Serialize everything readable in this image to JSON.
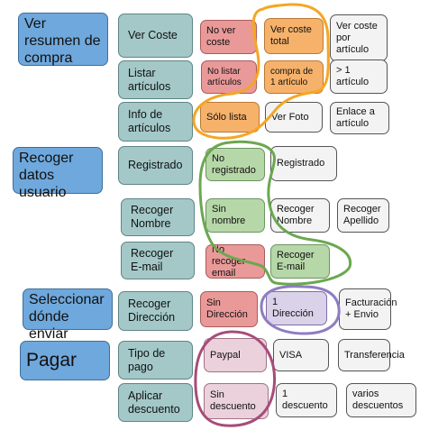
{
  "sections": [
    {
      "title": "Ver resumen de compra",
      "rows": [
        {
          "label": "Ver Coste",
          "options": [
            "No ver coste",
            "Ver coste total",
            "Ver coste por artículo"
          ]
        },
        {
          "label": "Listar artículos",
          "options": [
            "No listar artículos",
            "compra de 1 artículo",
            "> 1 artículo"
          ]
        },
        {
          "label": "Info de artículos",
          "options": [
            "Sólo lista",
            "Ver Foto",
            "Enlace a artículo"
          ]
        }
      ]
    },
    {
      "title": "Recoger datos usuario",
      "rows": [
        {
          "label": "Registrado",
          "options": [
            "No registrado",
            "Registrado"
          ]
        },
        {
          "label": "Recoger Nombre",
          "options": [
            "Sin nombre",
            "Recoger Nombre",
            "Recoger Apellido"
          ]
        },
        {
          "label": "Recoger E-mail",
          "options": [
            "No recoger email",
            "Recoger E-mail"
          ]
        }
      ]
    },
    {
      "title": "Seleccionar dónde enviar",
      "rows": [
        {
          "label": "Recoger Dirección",
          "options": [
            "Sin Dirección",
            "1 Dirección",
            "Facturación + Envio"
          ]
        }
      ]
    },
    {
      "title": "Pagar",
      "rows": [
        {
          "label": "Tipo de pago",
          "options": [
            "Paypal",
            "VISA",
            "Transferencia"
          ]
        },
        {
          "label": "Aplicar descuento",
          "options": [
            "Sin descuento",
            "1 descuento",
            "varios descuentos"
          ]
        }
      ]
    }
  ],
  "colors": {
    "step_fill": "#6fa8dc",
    "row_label_fill": "#a4c8c8",
    "not_chosen_red": "#ea9999",
    "highlight_orange": "#f6b26b",
    "neutral": "#f3f3f3",
    "green": "#b6d7a8",
    "lavender": "#d9d2e9",
    "pink": "#ead1dc",
    "loop_orange": "#f5a623",
    "loop_green": "#6aa84f",
    "loop_purple": "#8e7cc3",
    "loop_magenta": "#a64d79"
  }
}
